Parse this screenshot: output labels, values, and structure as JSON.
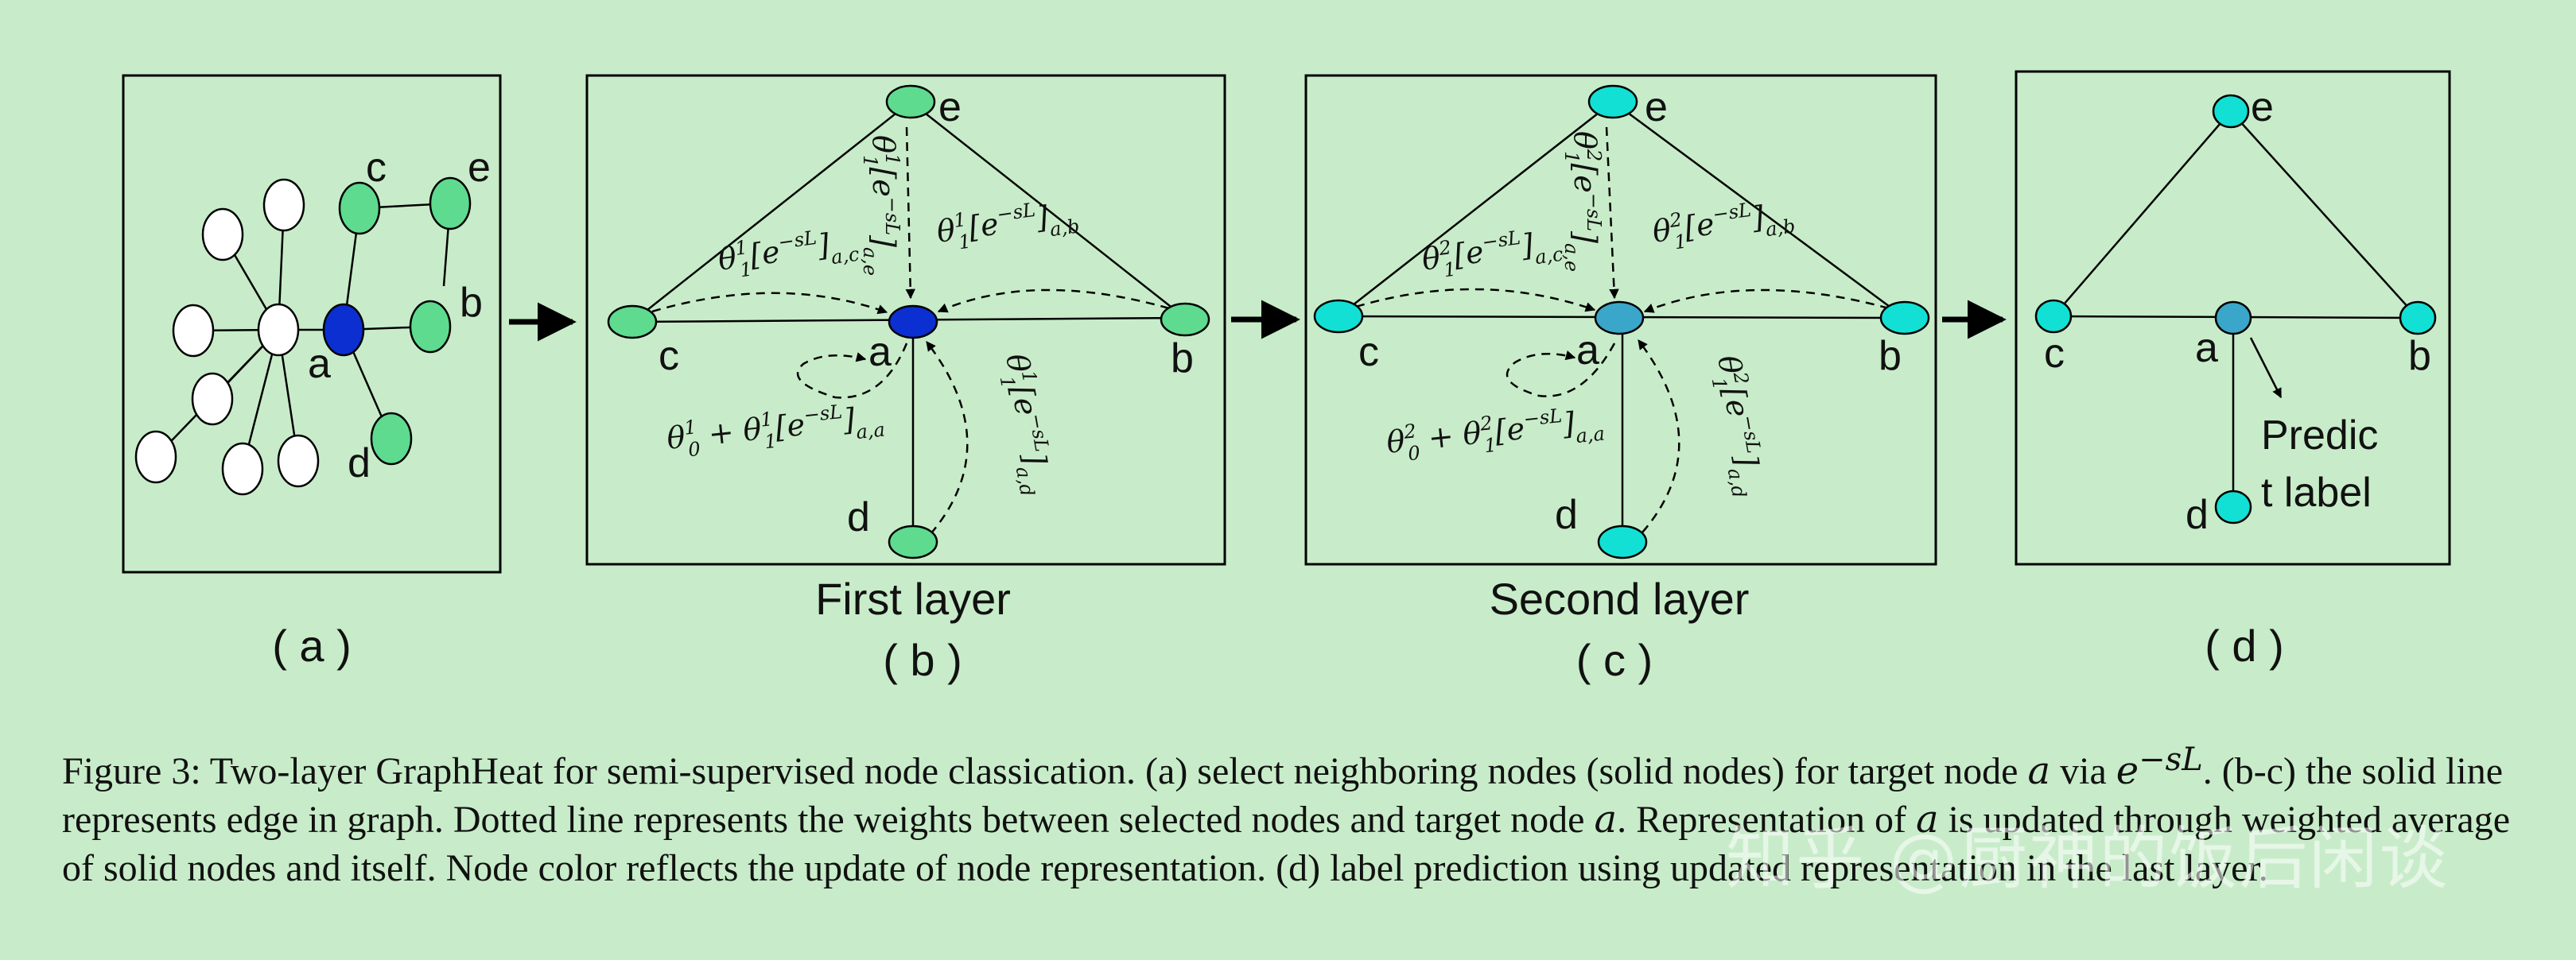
{
  "colors": {
    "background": "#c8ecc9",
    "node_white": "#ffffff",
    "node_green": "#5edb8f",
    "node_target_b": "#0b2fd0",
    "node_cyan": "#12e0d4",
    "node_target_c": "#3aa6c9",
    "line": "#000000"
  },
  "panels": {
    "a": {
      "label": "( a )",
      "nodes": {
        "a": "a",
        "b": "b",
        "c": "c",
        "d": "d",
        "e": "e"
      }
    },
    "b": {
      "label": "( b )",
      "layer": "First layer",
      "nodes": {
        "a": "a",
        "b": "b",
        "c": "c",
        "d": "d",
        "e": "e"
      },
      "eq_ac": {
        "main": "θ",
        "sup": "1",
        "sub": "1",
        "body": "[e",
        "exp": "−sL",
        "close": "]",
        "idx": "a,c"
      },
      "eq_ae": {
        "main": "θ",
        "sup": "1",
        "sub": "1",
        "body": "[e",
        "exp": "−sL",
        "close": "]",
        "idx": "a,e"
      },
      "eq_ab": {
        "main": "θ",
        "sup": "1",
        "sub": "1",
        "body": "[e",
        "exp": "−sL",
        "close": "]",
        "idx": "a,b"
      },
      "eq_ad": {
        "main": "θ",
        "sup": "1",
        "sub": "1",
        "body": "[e",
        "exp": "−sL",
        "close": "]",
        "idx": "a,d"
      },
      "eq_aa": {
        "t0": "θ",
        "t0sup": "1",
        "t0sub": "0",
        "plus": " + θ",
        "t1sup": "1",
        "t1sub": "1",
        "body": "[e",
        "exp": "−sL",
        "close": "]",
        "idx": "a,a"
      }
    },
    "c": {
      "label": "( c )",
      "layer": "Second layer",
      "nodes": {
        "a": "a",
        "b": "b",
        "c": "c",
        "d": "d",
        "e": "e"
      },
      "eq_ac": {
        "main": "θ",
        "sup": "2",
        "sub": "1",
        "body": "[e",
        "exp": "−sL",
        "close": "]",
        "idx": "a,c"
      },
      "eq_ae": {
        "main": "θ",
        "sup": "2",
        "sub": "1",
        "body": "[e",
        "exp": "−sL",
        "close": "]",
        "idx": "a,e"
      },
      "eq_ab": {
        "main": "θ",
        "sup": "2",
        "sub": "1",
        "body": "[e",
        "exp": "−sL",
        "close": "]",
        "idx": "a,b"
      },
      "eq_ad": {
        "main": "θ",
        "sup": "2",
        "sub": "1",
        "body": "[e",
        "exp": "−sL",
        "close": "]",
        "idx": "a,d"
      },
      "eq_aa": {
        "t0": "θ",
        "t0sup": "2",
        "t0sub": "0",
        "plus": " + θ",
        "t1sup": "2",
        "t1sub": "1",
        "body": "[e",
        "exp": "−sL",
        "close": "]",
        "idx": "a,a"
      }
    },
    "d": {
      "label": "( d )",
      "nodes": {
        "a": "a",
        "b": "b",
        "c": "c",
        "d": "d",
        "e": "e"
      },
      "predict_line1": "Predic",
      "predict_line2": "t label"
    }
  },
  "caption": {
    "p1": "Figure 3: Two-layer GraphHeat for semi-supervised node classication. (a) select neighboring nodes (solid nodes) for target node ",
    "var_a1": "a",
    "p2": " via ",
    "exp_base": "e",
    "exp_sup": "−sL",
    "p3": ". (b-c) the solid line represents edge in graph. Dotted line represents the weights between selected nodes and target node ",
    "var_a2": "a",
    "p4": ". Representation of ",
    "var_a3": "a",
    "p5": " is updated through weighted average of solid nodes and itself. Node color reflects the update of node representation. (d) label prediction using updated representation in the last layer."
  },
  "watermark": "知乎 @厨神的饭后闲谈"
}
